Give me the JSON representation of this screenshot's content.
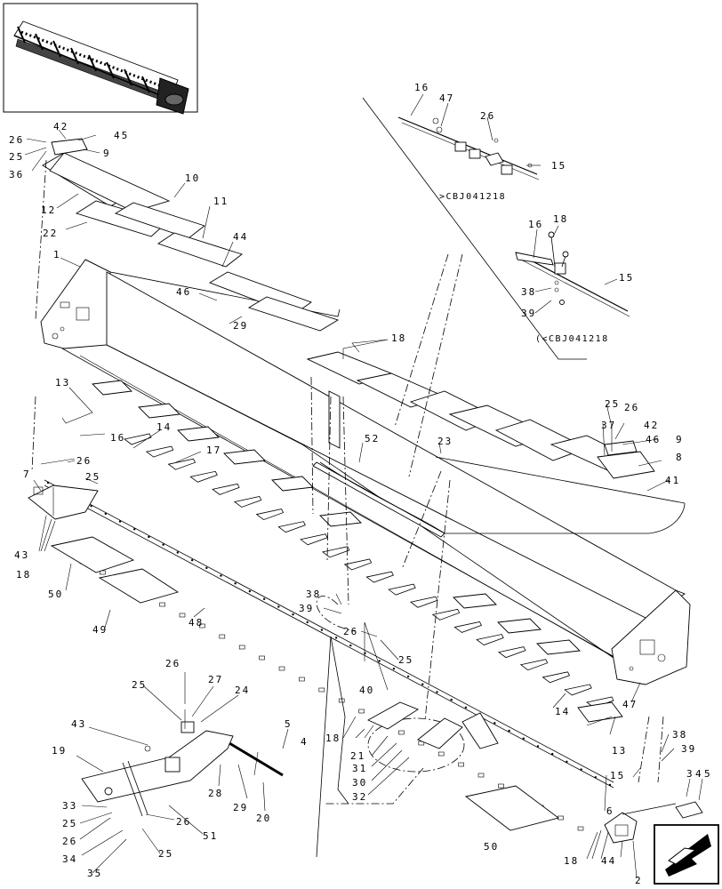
{
  "diagram": {
    "callouts": {
      "c1": "1",
      "c2": "2",
      "c3": "3",
      "c4": "4",
      "c4b": "4",
      "c5": "5",
      "c5b": "5",
      "c6": "6",
      "c7": "7",
      "c8": "8",
      "c9": "9",
      "c9b": "9",
      "c10": "10",
      "c11": "11",
      "c12": "12",
      "c13a": "13",
      "c13b": "13",
      "c14a": "14",
      "c14b": "14",
      "c15a": "15",
      "c15b": "15",
      "c15c": "15",
      "c16a": "16",
      "c16b": "16",
      "c16c": "16",
      "c17": "17",
      "c18a": "18",
      "c18b": "18",
      "c18c": "18",
      "c18d": "18",
      "c18e": "18",
      "c19": "19",
      "c20": "20",
      "c21": "21",
      "c22": "22",
      "c23": "23",
      "c24": "24",
      "c25a": "25",
      "c25b": "25",
      "c25c": "25",
      "c25d": "25",
      "c25e": "25",
      "c25f": "25",
      "c25g": "25",
      "c26a": "26",
      "c26b": "26",
      "c26c": "26",
      "c26d": "26",
      "c26e": "26",
      "c26f": "26",
      "c26g": "26",
      "c26h": "26",
      "c27": "27",
      "c28": "28",
      "c29a": "29",
      "c29b": "29",
      "c30": "30",
      "c31": "31",
      "c32": "32",
      "c33": "33",
      "c34": "34",
      "c35": "35",
      "c36": "36",
      "c37": "37",
      "c38a": "38",
      "c38b": "38",
      "c38c": "38",
      "c39a": "39",
      "c39b": "39",
      "c39c": "39",
      "c40": "40",
      "c41": "41",
      "c42a": "42",
      "c42b": "42",
      "c43a": "43",
      "c43b": "43",
      "c44a": "44",
      "c44b": "44",
      "c45": "45",
      "c46a": "46",
      "c46b": "46",
      "c47a": "47",
      "c47b": "47",
      "c48": "48",
      "c49": "49",
      "c50a": "50",
      "c50b": "50",
      "c51": "51",
      "c52": "52"
    },
    "serial_refs": {
      "upper": ">CBJ041218",
      "lower": "(<CBJ041218"
    },
    "icons": {
      "thumbnail": "header-thumbnail-icon",
      "orientation": "forward-direction-arrow-icon"
    }
  }
}
